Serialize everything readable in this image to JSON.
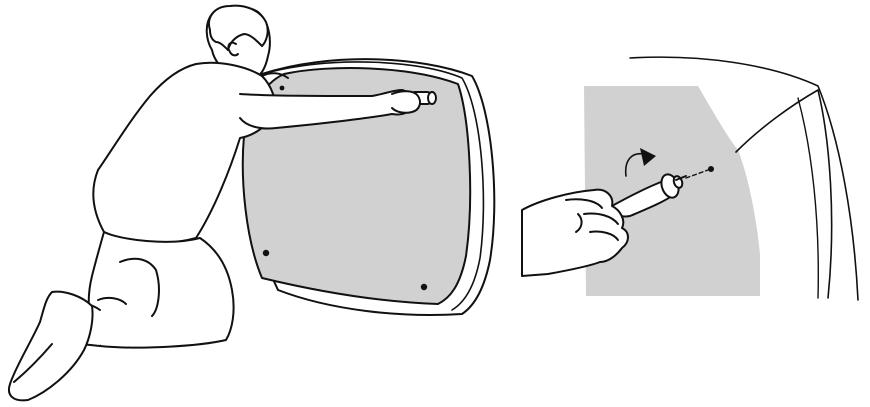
{
  "figure": {
    "panels": [
      {
        "id": "overview",
        "depicts": [
          "person",
          "shell-back",
          "handle",
          "screw-hole",
          "screw-hole"
        ]
      },
      {
        "id": "detail",
        "depicts": [
          "hand",
          "handle",
          "rotate-arrow",
          "screw-hole",
          "shell-edge"
        ]
      }
    ]
  },
  "colors": {
    "line": "#111111",
    "fill_panel": "#d1d1d1",
    "background": "#ffffff",
    "skin": "#ffffff"
  }
}
